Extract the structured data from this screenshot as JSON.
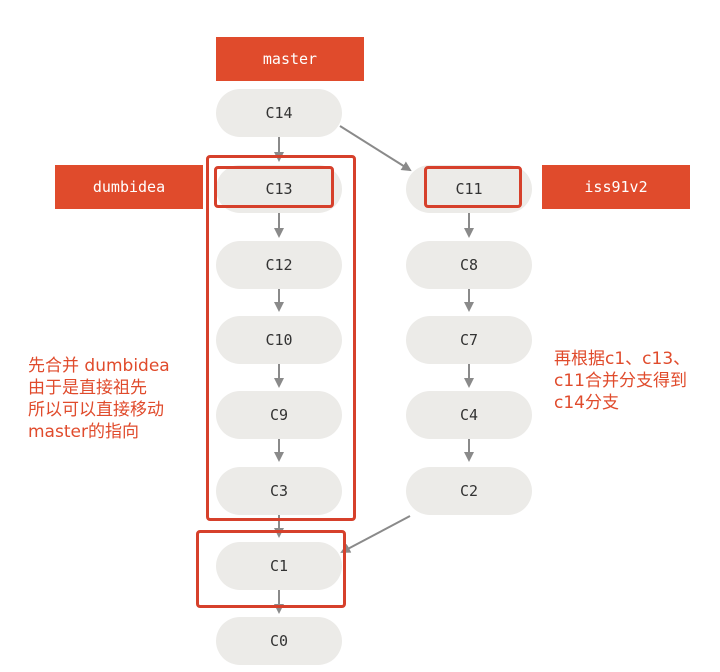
{
  "branches": {
    "master": "master",
    "dumbidea": "dumbidea",
    "iss91v2": "iss91v2"
  },
  "commits": {
    "c14": "C14",
    "c13": "C13",
    "c12": "C12",
    "c10": "C10",
    "c9": "C9",
    "c3": "C3",
    "c1": "C1",
    "c0": "C0",
    "c11": "C11",
    "c8": "C8",
    "c7": "C7",
    "c4": "C4",
    "c2": "C2"
  },
  "notes": {
    "left": [
      "先合并 dumbidea",
      "由于是直接祖先",
      "所以可以直接移动",
      "master的指向"
    ],
    "right": [
      "再根据c1、c13、",
      "c11合并分支得到",
      "c14分支"
    ]
  },
  "colors": {
    "accent": "#e04b2c",
    "commit_fill": "#ecebe8",
    "arrow": "#8a8a8a"
  }
}
